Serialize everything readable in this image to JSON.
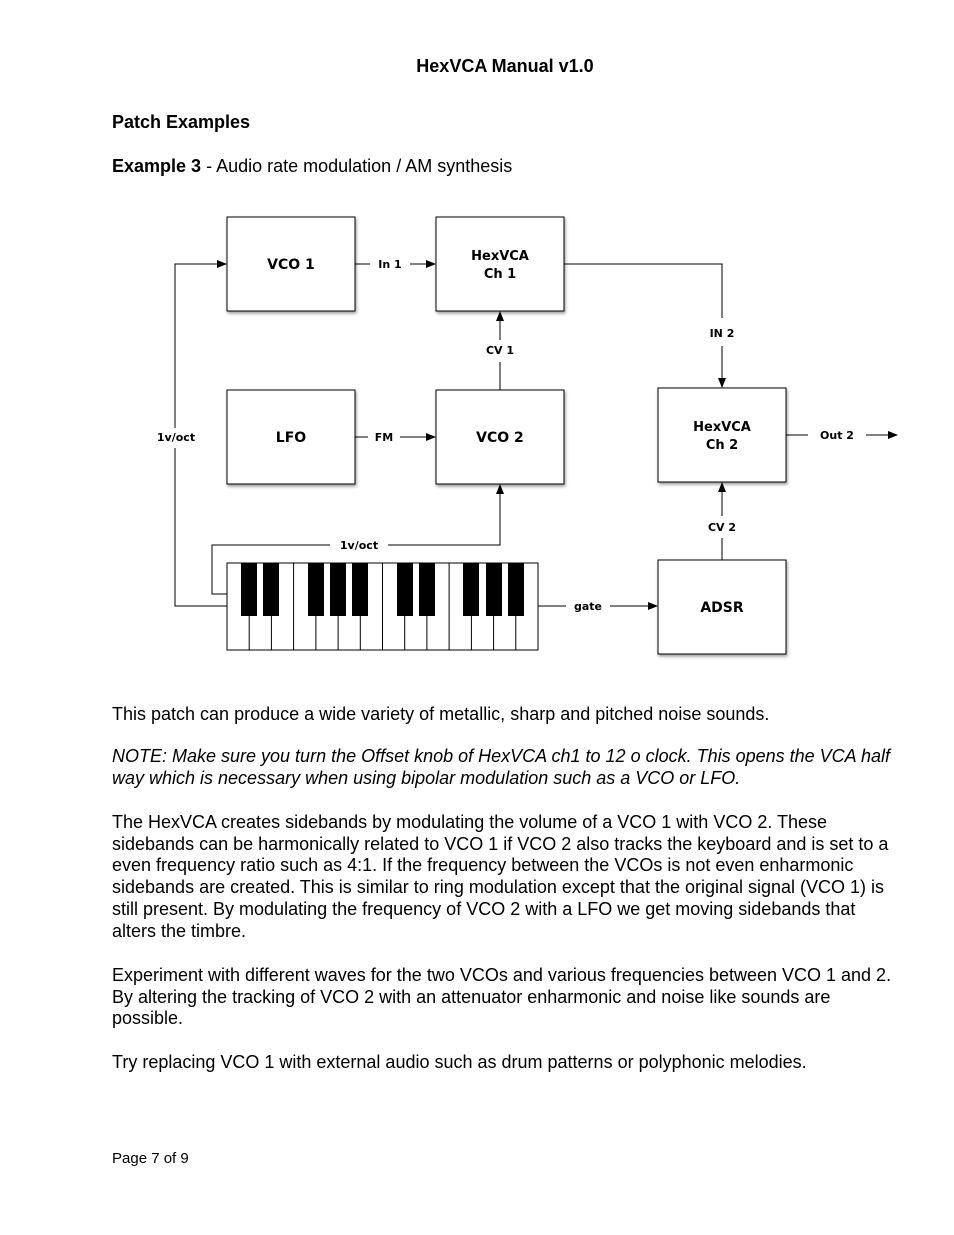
{
  "header": {
    "title": "HexVCA Manual v1.0"
  },
  "section": {
    "heading": "Patch Examples"
  },
  "example": {
    "number": "Example 3",
    "separator": " - ",
    "description": "Audio rate modulation / AM synthesis"
  },
  "diagram": {
    "vco1": "VCO 1",
    "hexvca1_line1": "HexVCA",
    "hexvca1_line2": "Ch 1",
    "lfo": "LFO",
    "vco2": "VCO 2",
    "hexvca2_line1": "HexVCA",
    "hexvca2_line2": "Ch 2",
    "adsr": "ADSR",
    "in1": "In 1",
    "in2": "IN 2",
    "cv1": "CV 1",
    "cv2": "CV 2",
    "fm": "FM",
    "out2": "Out 2",
    "voct_left": "1v/oct",
    "voct_keyboard": "1v/oct",
    "gate": "gate"
  },
  "body": {
    "p1": "This patch can produce a wide variety of metallic, sharp and pitched noise sounds.",
    "p2": "NOTE: Make sure you turn the Offset knob of HexVCA ch1 to 12 o clock. This opens the VCA half way which is necessary when using bipolar modulation such as a VCO or LFO.",
    "p3": "The HexVCA creates sidebands by modulating the volume of a VCO 1 with VCO 2. These sidebands can be harmonically related to VCO 1 if VCO 2 also tracks the keyboard and is set to a even frequency ratio such as 4:1. If the frequency between the VCOs is not even enharmonic sidebands are created. This is similar to ring modulation except that the original signal (VCO 1) is still present. By modulating the frequency of VCO 2 with a LFO we get moving sidebands that alters the timbre.",
    "p4": "Experiment with different waves for the two VCOs and various frequencies between VCO 1 and 2. By altering the tracking of VCO 2 with an attenuator enharmonic and noise like sounds are possible.",
    "p5": "Try replacing VCO 1 with external audio such as drum patterns or polyphonic melodies."
  },
  "footer": {
    "page": "Page 7 of 9"
  }
}
